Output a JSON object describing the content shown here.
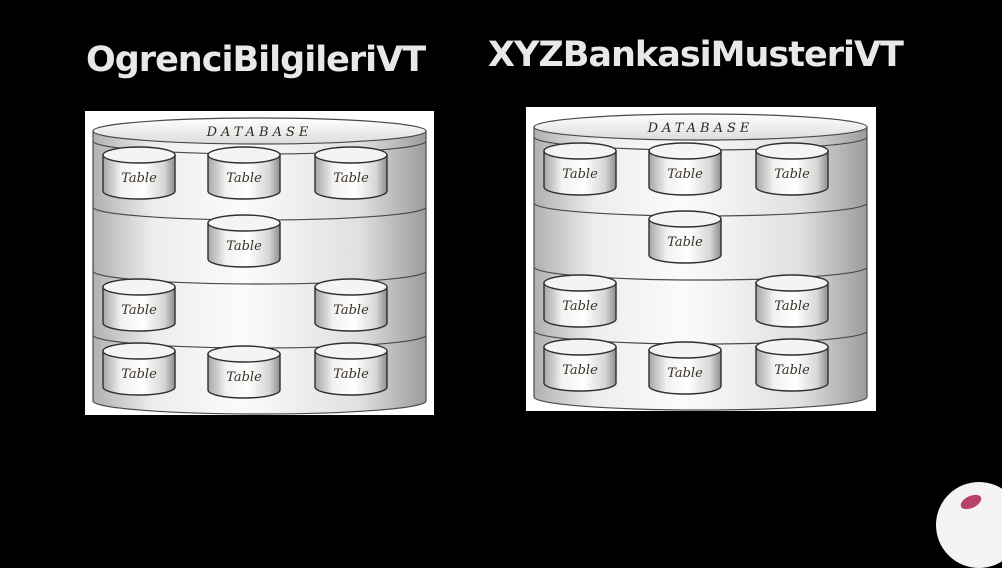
{
  "titles": {
    "left": "OgrenciBilgileriVT",
    "right": "XYZBankasiMusteriVT"
  },
  "database": {
    "label": "DATABASE",
    "table_label": "Table"
  },
  "diagrams": [
    {
      "name": "OgrenciBilgileriVT",
      "layers": [
        {
          "tables": [
            "Table",
            "Table",
            "Table"
          ],
          "positions": [
            "left",
            "center",
            "right"
          ]
        },
        {
          "tables": [
            "Table"
          ],
          "positions": [
            "center"
          ]
        },
        {
          "tables": [
            "Table",
            "Table"
          ],
          "positions": [
            "left",
            "right"
          ]
        },
        {
          "tables": [
            "Table",
            "Table",
            "Table"
          ],
          "positions": [
            "left",
            "center",
            "right"
          ]
        }
      ]
    },
    {
      "name": "XYZBankasiMusteriVT",
      "layers": [
        {
          "tables": [
            "Table",
            "Table",
            "Table"
          ],
          "positions": [
            "left",
            "center",
            "right"
          ]
        },
        {
          "tables": [
            "Table"
          ],
          "positions": [
            "center"
          ]
        },
        {
          "tables": [
            "Table",
            "Table"
          ],
          "positions": [
            "left",
            "right"
          ]
        },
        {
          "tables": [
            "Table",
            "Table",
            "Table"
          ],
          "positions": [
            "left",
            "center",
            "right"
          ]
        }
      ]
    }
  ],
  "colors": {
    "background": "#000000",
    "title": "#e8e8e8",
    "panel": "#ffffff",
    "shell_light": "#f2f2f2",
    "shell_dark": "#a8a8a8",
    "stroke": "#4a4a4a"
  }
}
